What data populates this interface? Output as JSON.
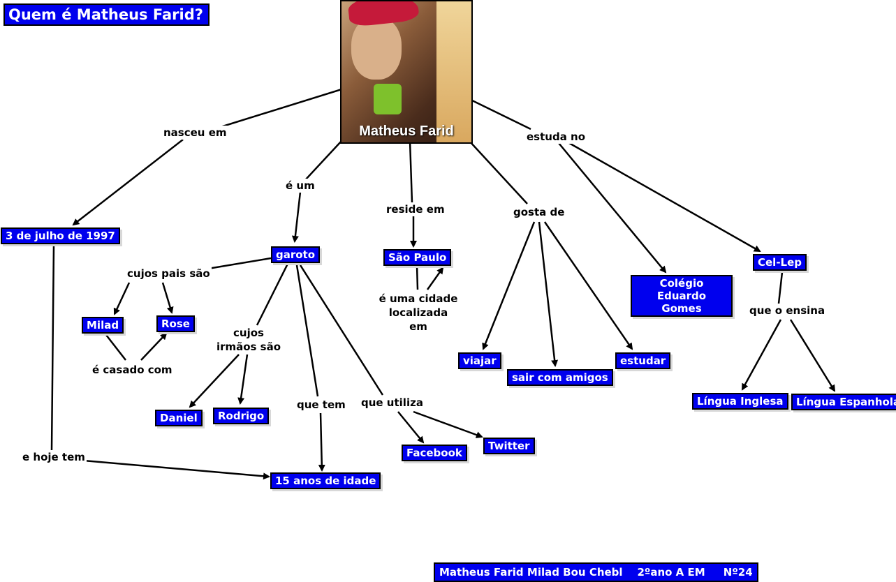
{
  "title": "Quem é Matheus Farid?",
  "center": {
    "name": "Matheus Farid",
    "photo_alt": "Matheus Farid"
  },
  "nodes": {
    "birth": "3 de julho de 1997",
    "garoto": "garoto",
    "sao_paulo": "São Paulo",
    "milad": "Milad",
    "rose": "Rose",
    "daniel": "Daniel",
    "rodrigo": "Rodrigo",
    "idade": "15 anos de idade",
    "facebook": "Facebook",
    "twitter": "Twitter",
    "viajar": "viajar",
    "sair": "sair com amigos",
    "estudar": "estudar",
    "colegio": "Colégio Eduardo Gomes",
    "cellep": "Cel-Lep",
    "inglesa": "Língua Inglesa",
    "espanhola": "Língua Espanhola"
  },
  "labels": {
    "nasceu": "nasceu em",
    "e_um": "é um",
    "reside": "reside em",
    "gosta": "gosta de",
    "estuda": "estuda no",
    "pais": "cujos pais são",
    "casado": "é casado com",
    "irmaos": "cujos irmãos são",
    "que_tem": "que tem",
    "utiliza": "que utiliza",
    "cidade": "é uma cidade localizada em",
    "ensina": "que o ensina",
    "hoje": "e hoje tem"
  },
  "footer": "Matheus Farid Milad Bou Chebl    2ºano A EM     Nº24"
}
